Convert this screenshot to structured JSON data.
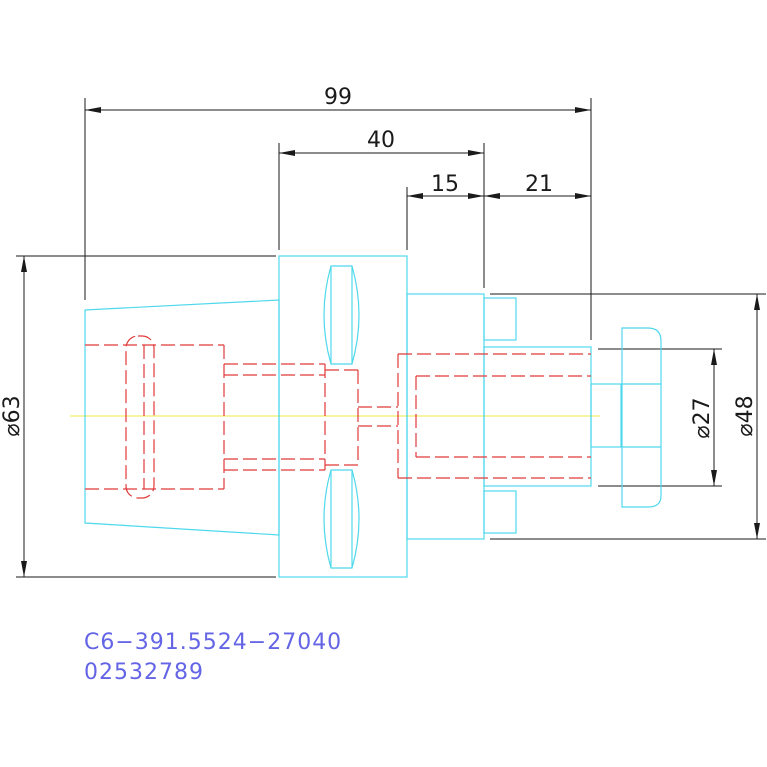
{
  "colors": {
    "outline": "#4fd8ec",
    "hidden": "#e23a3a",
    "centerline": "#f2ee6a",
    "dimension": "#1a1a1a",
    "part_text": "#6464e6"
  },
  "dimensions": {
    "overall_length": "99",
    "flange_length": "40",
    "step_length": "15",
    "pilot_length": "21",
    "flange_diameter": "⌀63",
    "shank_diameter": "⌀48",
    "pilot_diameter": "⌀27"
  },
  "part": {
    "code": "C6−391.5524−27040",
    "number": "02532789"
  }
}
